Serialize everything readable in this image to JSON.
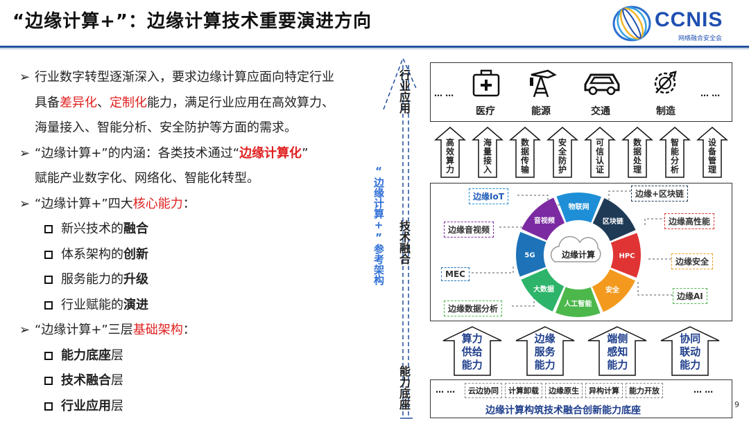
{
  "header": {
    "title": "“边缘计算+”：边缘计算技术重要演进方向",
    "logo": "CCNIS",
    "logo_sub": "网络融合安全会"
  },
  "bullets": {
    "b1_a": "行业数字转型逐渐深入，要求边缘计算应面向特定行业",
    "b1_b1": "具备",
    "b1_b_red1": "差异化",
    "b1_b_mid": "、",
    "b1_b_red2": "定制化",
    "b1_b2": "能力，满足行业应用在高效算力、",
    "b1_c": "海量接入、智能分析、安全防护等方面的需求。",
    "b2_a1": "“边缘计算+”的内涵：各类技术通过“",
    "b2_a_red": "边缘计算化",
    "b2_a2": "”",
    "b2_b": "赋能产业数字化、网络化、智能化转型。",
    "b3_a1": "“边缘计算+”四大",
    "b3_a_red": "核心能力",
    "b3_a2": "：",
    "s1_a": "新兴技术的",
    "s1_b": "融合",
    "s2_a": "体系架构的",
    "s2_b": "创新",
    "s3_a": "服务能力的",
    "s3_b": "升级",
    "s4_a": "行业赋能的",
    "s4_b": "演进",
    "b4_a1": "“边缘计算+”三层",
    "b4_a_red": "基础架构",
    "b4_a2": "：",
    "l1_a": "能力底座",
    "l1_b": "层",
    "l2_a": "技术融合",
    "l2_b": "层",
    "l3_a": "行业应用",
    "l3_b": "层"
  },
  "diagram": {
    "side_label": "“边缘计算+”参考架构",
    "layer_app": "行业应用",
    "layer_tech": "技术融合",
    "layer_base": "能力底座",
    "ellipsis": "… …",
    "industries": [
      {
        "label": "医疗",
        "icon": "medical-kit-icon"
      },
      {
        "label": "能源",
        "icon": "oil-pump-icon"
      },
      {
        "label": "交通",
        "icon": "car-icon"
      },
      {
        "label": "制造",
        "icon": "gear-wrench-icon"
      }
    ],
    "capabilities": [
      "高效算力",
      "海量接入",
      "数据传输",
      "安全防护",
      "可信认证",
      "数据处理",
      "智能分析",
      "设备管理"
    ],
    "ring_center": "边缘计算",
    "ring_segments": [
      {
        "label": "物联网",
        "color": "#1e8fd6"
      },
      {
        "label": "区块链",
        "color": "#1f3a55"
      },
      {
        "label": "HPC",
        "color": "#e03434"
      },
      {
        "label": "安全",
        "color": "#f39a1e"
      },
      {
        "label": "人工智能",
        "color": "#4cb84c"
      },
      {
        "label": "大数据",
        "color": "#2db46a"
      },
      {
        "label": "5G",
        "color": "#1d72b8"
      },
      {
        "label": "音视频",
        "color": "#7b2aa1"
      }
    ],
    "tags_left": [
      "边缘IoT",
      "边缘音视频",
      "MEC",
      "边缘数据分析"
    ],
    "tags_right": [
      "边缘+区块链",
      "边缘高性能",
      "边缘安全",
      "边缘AI"
    ],
    "base_pillars": [
      "算力供给能力",
      "边缘服务能力",
      "端侧感知能力",
      "协同联动能力"
    ],
    "base_chips": [
      "云边协同",
      "计算卸载",
      "边缘原生",
      "异构计算",
      "能力开放"
    ],
    "base_title": "边缘计算构筑技术融合创新能力底座"
  },
  "page_number": "9",
  "colors": {
    "accent_blue": "#1f4e9c",
    "red": "#e02020"
  }
}
